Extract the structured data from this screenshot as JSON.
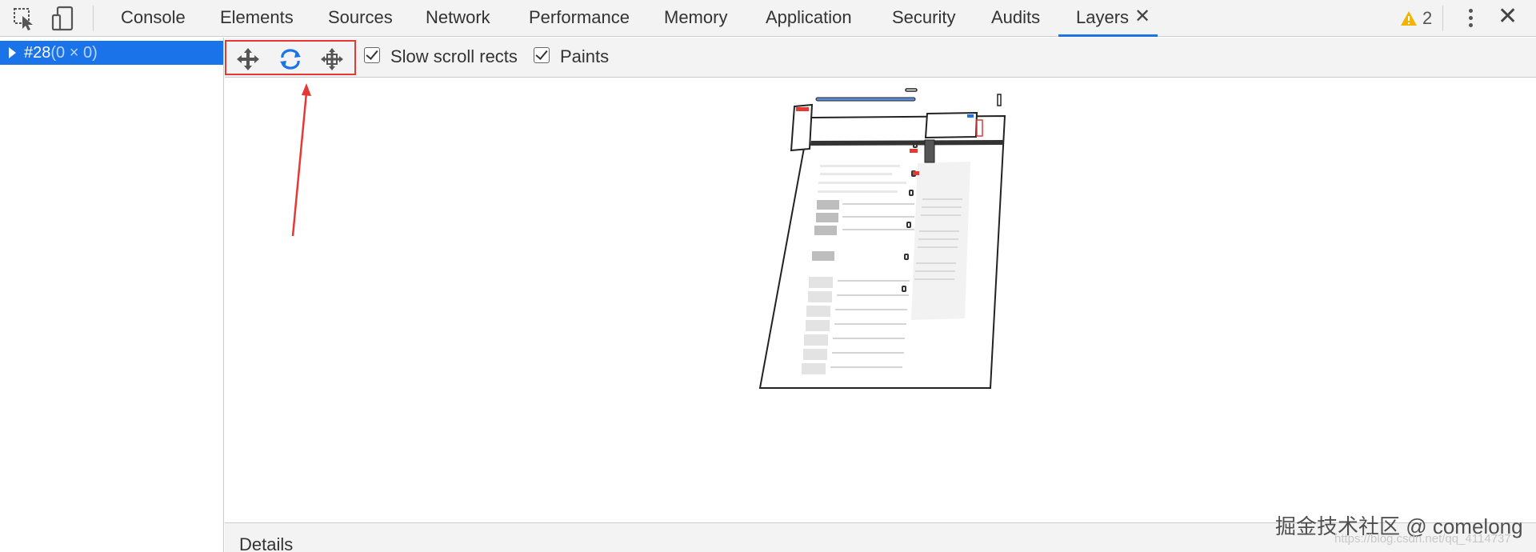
{
  "topbar": {
    "tabs": [
      {
        "label": "Console"
      },
      {
        "label": "Elements"
      },
      {
        "label": "Sources"
      },
      {
        "label": "Network"
      },
      {
        "label": "Performance"
      },
      {
        "label": "Memory"
      },
      {
        "label": "Application"
      },
      {
        "label": "Security"
      },
      {
        "label": "Audits"
      },
      {
        "label": "Layers"
      }
    ],
    "active_tab": "Layers",
    "close_tab_glyph": "✕",
    "warning_count": "2",
    "warning_icon": "warning-triangle-icon",
    "accent_color": "#1a73e8"
  },
  "sidebar": {
    "layer": {
      "name": "#28",
      "dims": "(0 × 0)"
    }
  },
  "toolbar": {
    "modes": [
      "pan-mode-icon",
      "rotate-mode-icon",
      "reset-transform-icon"
    ],
    "slow_scroll_label": "Slow scroll rects",
    "slow_scroll_checked": true,
    "paints_label": "Paints",
    "paints_checked": true,
    "highlight_color": "#e53935"
  },
  "details": {
    "label": "Details"
  },
  "watermark": {
    "main": "掘金技术社区 @ comelong",
    "url": "https://blog.csdn.net/qq_4114737"
  }
}
